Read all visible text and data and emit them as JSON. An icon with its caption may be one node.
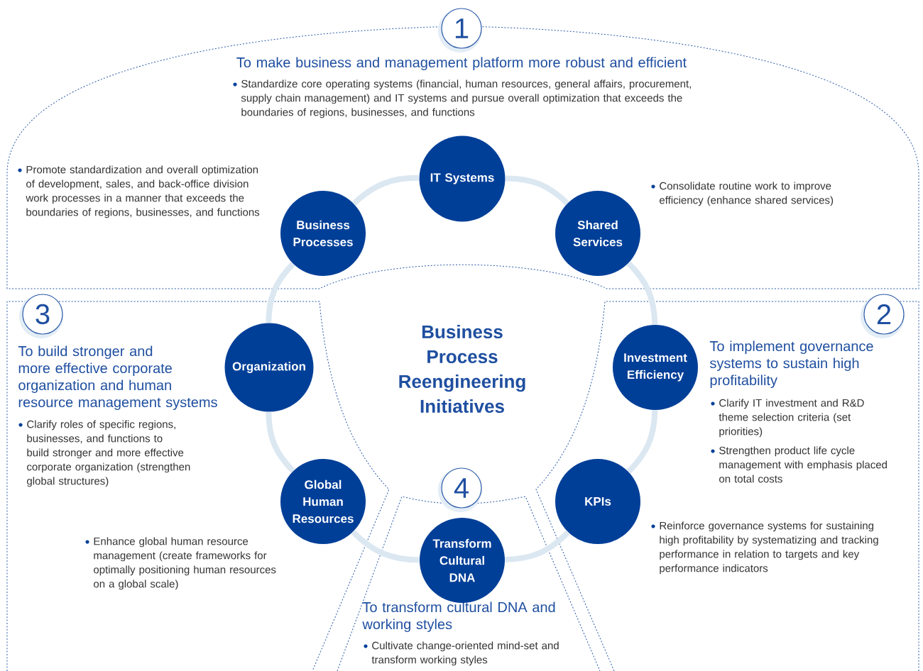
{
  "diagram": {
    "nodes": [
      {
        "text": [
          "1"
        ]
      },
      {
        "text": [
          "To make business and management platform more robust and efficient",
          "Standardize core operating systems (financial, human resources, general affairs, procurement, supply chain management) and IT systems and pursue overall optimization that exceeds the boundaries of regions, businesses, and functions",
          "Promote standardization and overall optimization of development, sales, and back-office division work processes in a manner that exceeds the boundaries of regions, businesses, and functions",
          "Consolidate routine work to improve efficiency (enhance shared services)"
        ]
      },
      {
        "text": [
          "IT Systems"
        ],
        "in": 1
      },
      {
        "text": [
          "Business Processes"
        ],
        "in": 1
      },
      {
        "text": [
          "Shared Services"
        ],
        "in": 1
      },
      {
        "text": [
          "3"
        ]
      },
      {
        "text": [
          "To build stronger and more effective corporate organization and human resource management systems",
          "Clarify roles of specific regions, businesses, and functions to build stronger and more effective corporate organization (strengthen global structures)",
          "Enhance global human resource management (create frameworks for optimally positioning human resources on a global scale)"
        ]
      },
      {
        "text": [
          "2"
        ]
      },
      {
        "text": [
          "To implement governance systems to sustain high profitability",
          "Clarify IT investment and R&D theme selection criteria (set priorities)",
          "Strengthen product life cycle management with emphasis placed on total costs",
          "Reinforce governance systems for sustaining high profitability by systematizing and tracking performance in relation to targets and key performance indicators"
        ]
      },
      {
        "text": [
          "Business Process Reengineering Initiatives"
        ]
      },
      {
        "text": [
          "Organization"
        ],
        "in": 6
      },
      {
        "text": [
          "Investment Efficiency"
        ],
        "in": 8
      },
      {
        "text": [
          "Global Human Resources"
        ],
        "in": 6
      },
      {
        "text": [
          "KPIs"
        ],
        "in": 8
      },
      {
        "text": [
          "4"
        ]
      },
      {
        "text": [
          "To transform cultural DNA and working styles",
          "Cultivate change-oriented mind-set and transform working styles"
        ]
      },
      {
        "text": [
          "Transform Cultural DNA"
        ],
        "in": 15
      }
    ],
    "edges": [
      {
        "from": 2,
        "to": 4,
        "arrow": "none"
      },
      {
        "from": 4,
        "to": 11,
        "arrow": "none"
      },
      {
        "from": 11,
        "to": 13,
        "arrow": "none"
      },
      {
        "from": 13,
        "to": 16,
        "arrow": "none"
      },
      {
        "from": 16,
        "to": 12,
        "arrow": "none"
      },
      {
        "from": 12,
        "to": 10,
        "arrow": "none"
      },
      {
        "from": 10,
        "to": 3,
        "arrow": "none"
      },
      {
        "from": 3,
        "to": 2,
        "arrow": "none"
      }
    ]
  }
}
